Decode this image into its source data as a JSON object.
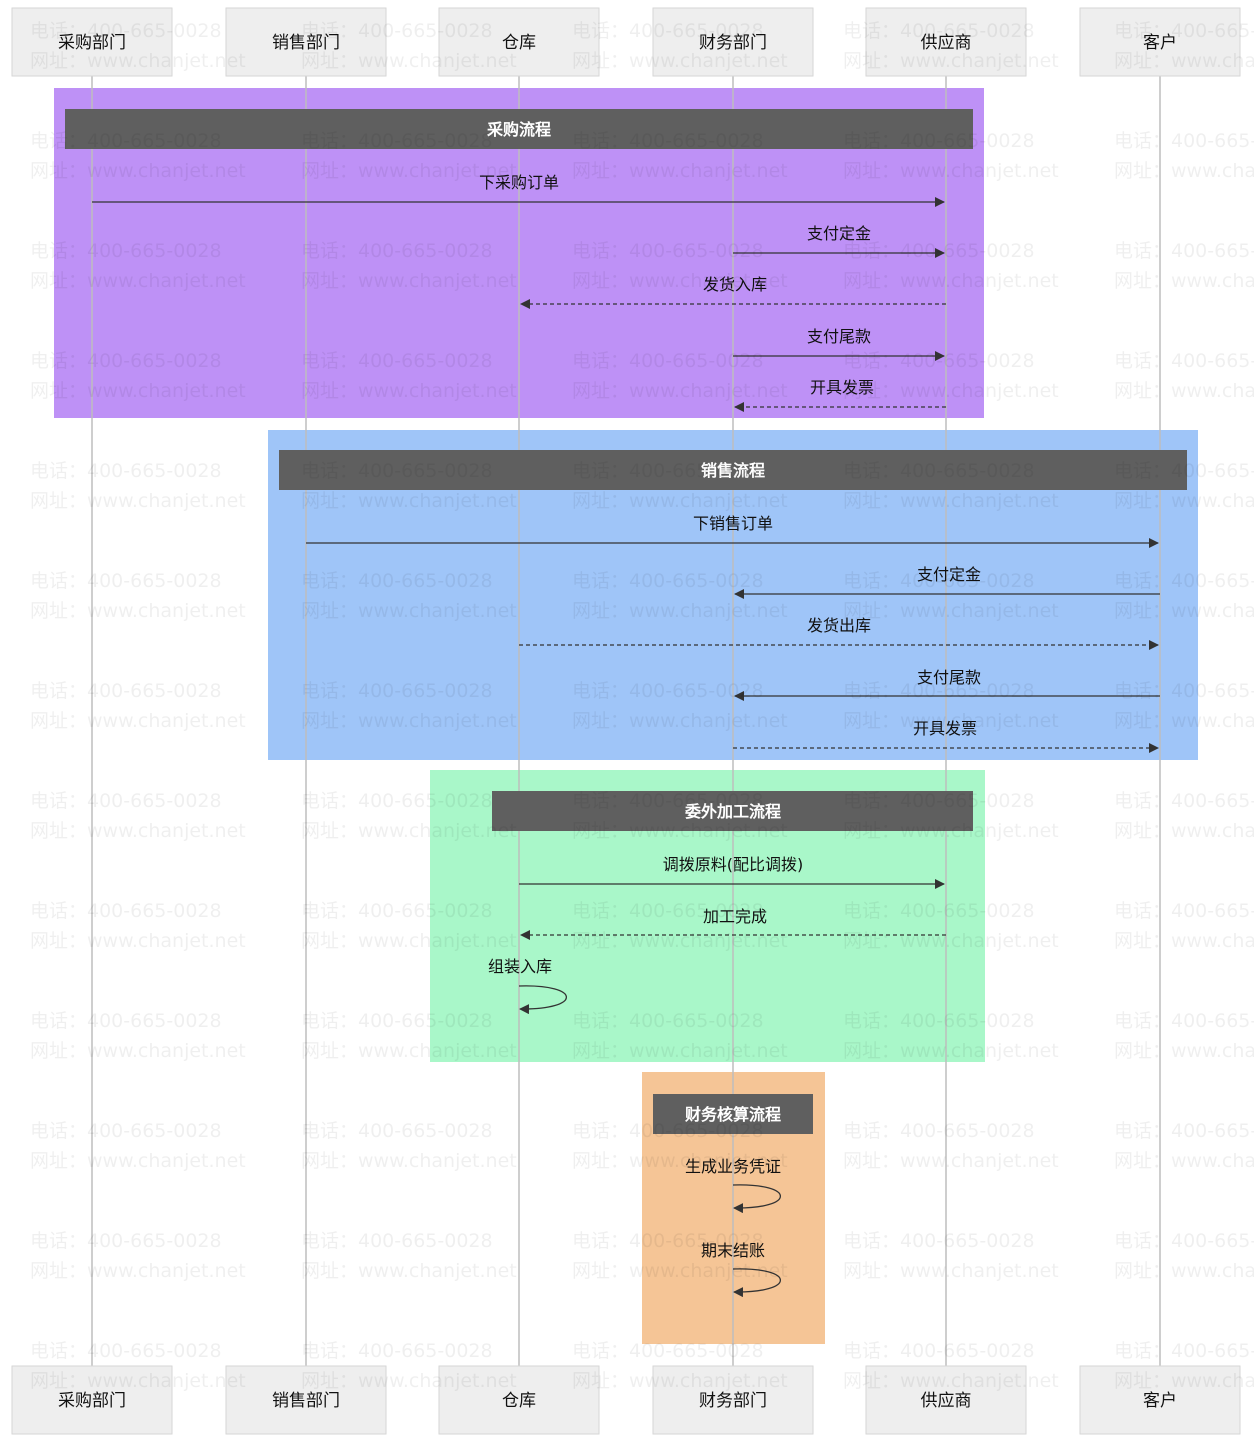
{
  "participants": [
    "采购部门",
    "销售部门",
    "仓库",
    "财务部门",
    "供应商",
    "客户"
  ],
  "watermark": {
    "line1": "电话：400-665-0028",
    "line2": "网址：www.chanjet.net"
  },
  "colors": {
    "purchase": "#be91f6",
    "sales": "#9fc5f8",
    "outsource": "#a9f7c9",
    "finance": "#f5c596",
    "title_bar": "#5f5f5f"
  },
  "groups": [
    {
      "title": "采购流程",
      "color": "#be91f6",
      "messages": [
        {
          "label": "下采购订单",
          "from": "采购部门",
          "to": "供应商",
          "style": "solid"
        },
        {
          "label": "支付定金",
          "from": "财务部门",
          "to": "供应商",
          "style": "solid"
        },
        {
          "label": "发货入库",
          "from": "供应商",
          "to": "仓库",
          "style": "dashed"
        },
        {
          "label": "支付尾款",
          "from": "财务部门",
          "to": "供应商",
          "style": "solid"
        },
        {
          "label": "开具发票",
          "from": "供应商",
          "to": "财务部门",
          "style": "dashed"
        }
      ]
    },
    {
      "title": "销售流程",
      "color": "#9fc5f8",
      "messages": [
        {
          "label": "下销售订单",
          "from": "销售部门",
          "to": "客户",
          "style": "solid"
        },
        {
          "label": "支付定金",
          "from": "客户",
          "to": "财务部门",
          "style": "solid"
        },
        {
          "label": "发货出库",
          "from": "仓库",
          "to": "客户",
          "style": "dashed"
        },
        {
          "label": "支付尾款",
          "from": "客户",
          "to": "财务部门",
          "style": "solid"
        },
        {
          "label": "开具发票",
          "from": "财务部门",
          "to": "客户",
          "style": "dashed"
        }
      ]
    },
    {
      "title": "委外加工流程",
      "color": "#a9f7c9",
      "messages": [
        {
          "label": "调拨原料(配比调拨)",
          "from": "仓库",
          "to": "供应商",
          "style": "solid"
        },
        {
          "label": "加工完成",
          "from": "供应商",
          "to": "仓库",
          "style": "dashed"
        },
        {
          "label": "组装入库",
          "from": "仓库",
          "to": "仓库",
          "style": "self"
        }
      ]
    },
    {
      "title": "财务核算流程",
      "color": "#f5c596",
      "messages": [
        {
          "label": "生成业务凭证",
          "from": "财务部门",
          "to": "财务部门",
          "style": "self"
        },
        {
          "label": "期末结账",
          "from": "财务部门",
          "to": "财务部门",
          "style": "self"
        }
      ]
    }
  ]
}
